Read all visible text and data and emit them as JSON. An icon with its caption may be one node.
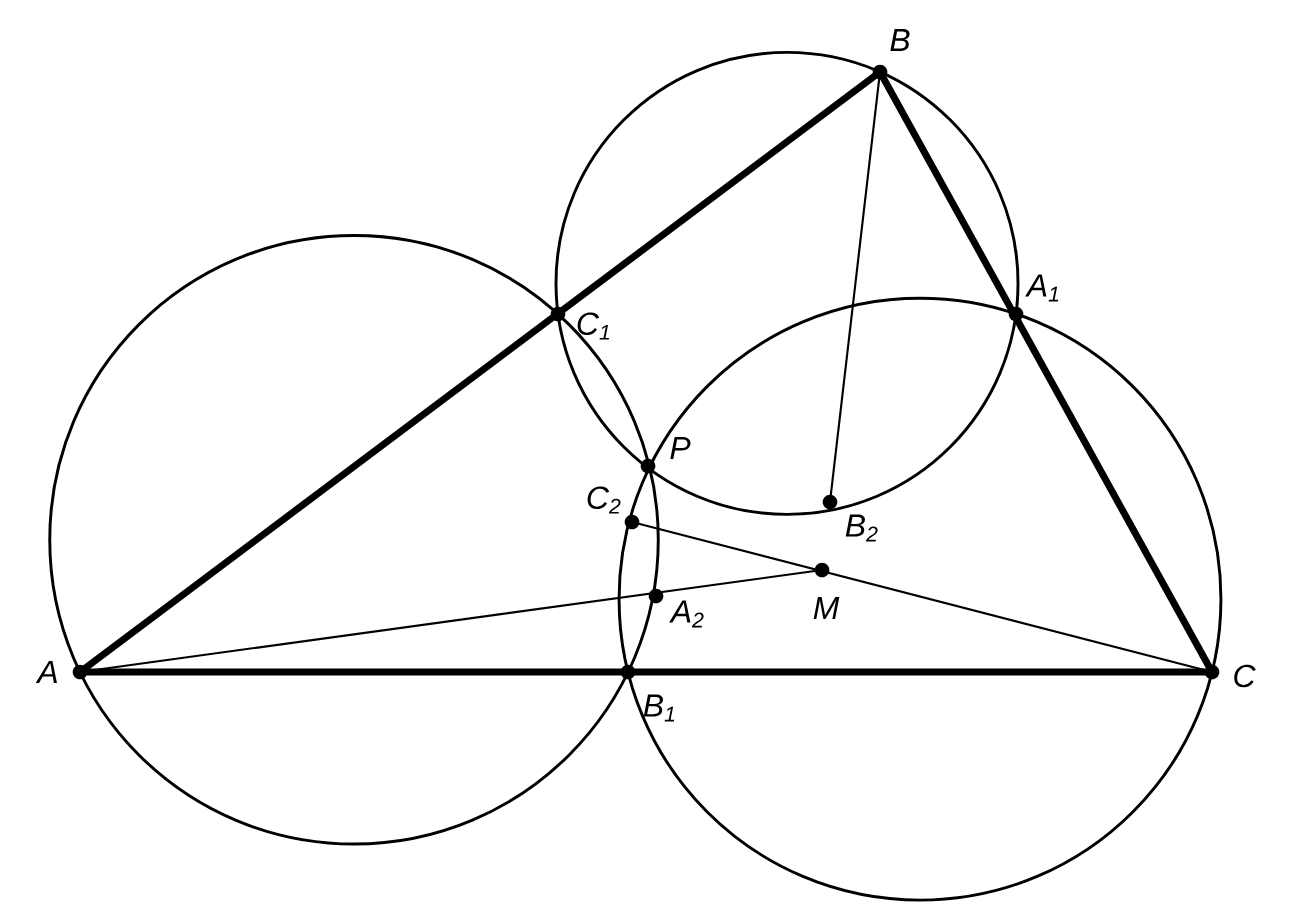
{
  "diagram": {
    "nodes": [
      {
        "text": [
          "A"
        ]
      },
      {
        "text": [
          "B"
        ]
      },
      {
        "text": [
          "C"
        ]
      },
      {
        "text": [
          "C$_{1}$"
        ]
      },
      {
        "text": [
          "A$_{1}$"
        ]
      },
      {
        "text": [
          "B$_{1}$"
        ]
      },
      {
        "text": [
          "P"
        ]
      },
      {
        "text": [
          "C$_{2}$"
        ]
      },
      {
        "text": [
          "A$_{2}$"
        ]
      },
      {
        "text": [
          "M"
        ]
      },
      {
        "text": [
          "B$_{2}$"
        ]
      }
    ],
    "edges": [
      {
        "from": 0,
        "to": 1,
        "arrow": "none",
        "style": "thick"
      },
      {
        "from": 1,
        "to": 2,
        "arrow": "none",
        "style": "thick"
      },
      {
        "from": 0,
        "to": 2,
        "arrow": "none",
        "style": "thick"
      },
      {
        "from": 0,
        "to": 9,
        "arrow": "none"
      },
      {
        "from": 2,
        "to": 7,
        "arrow": "none"
      },
      {
        "from": 1,
        "to": 10,
        "arrow": "none"
      }
    ]
  }
}
